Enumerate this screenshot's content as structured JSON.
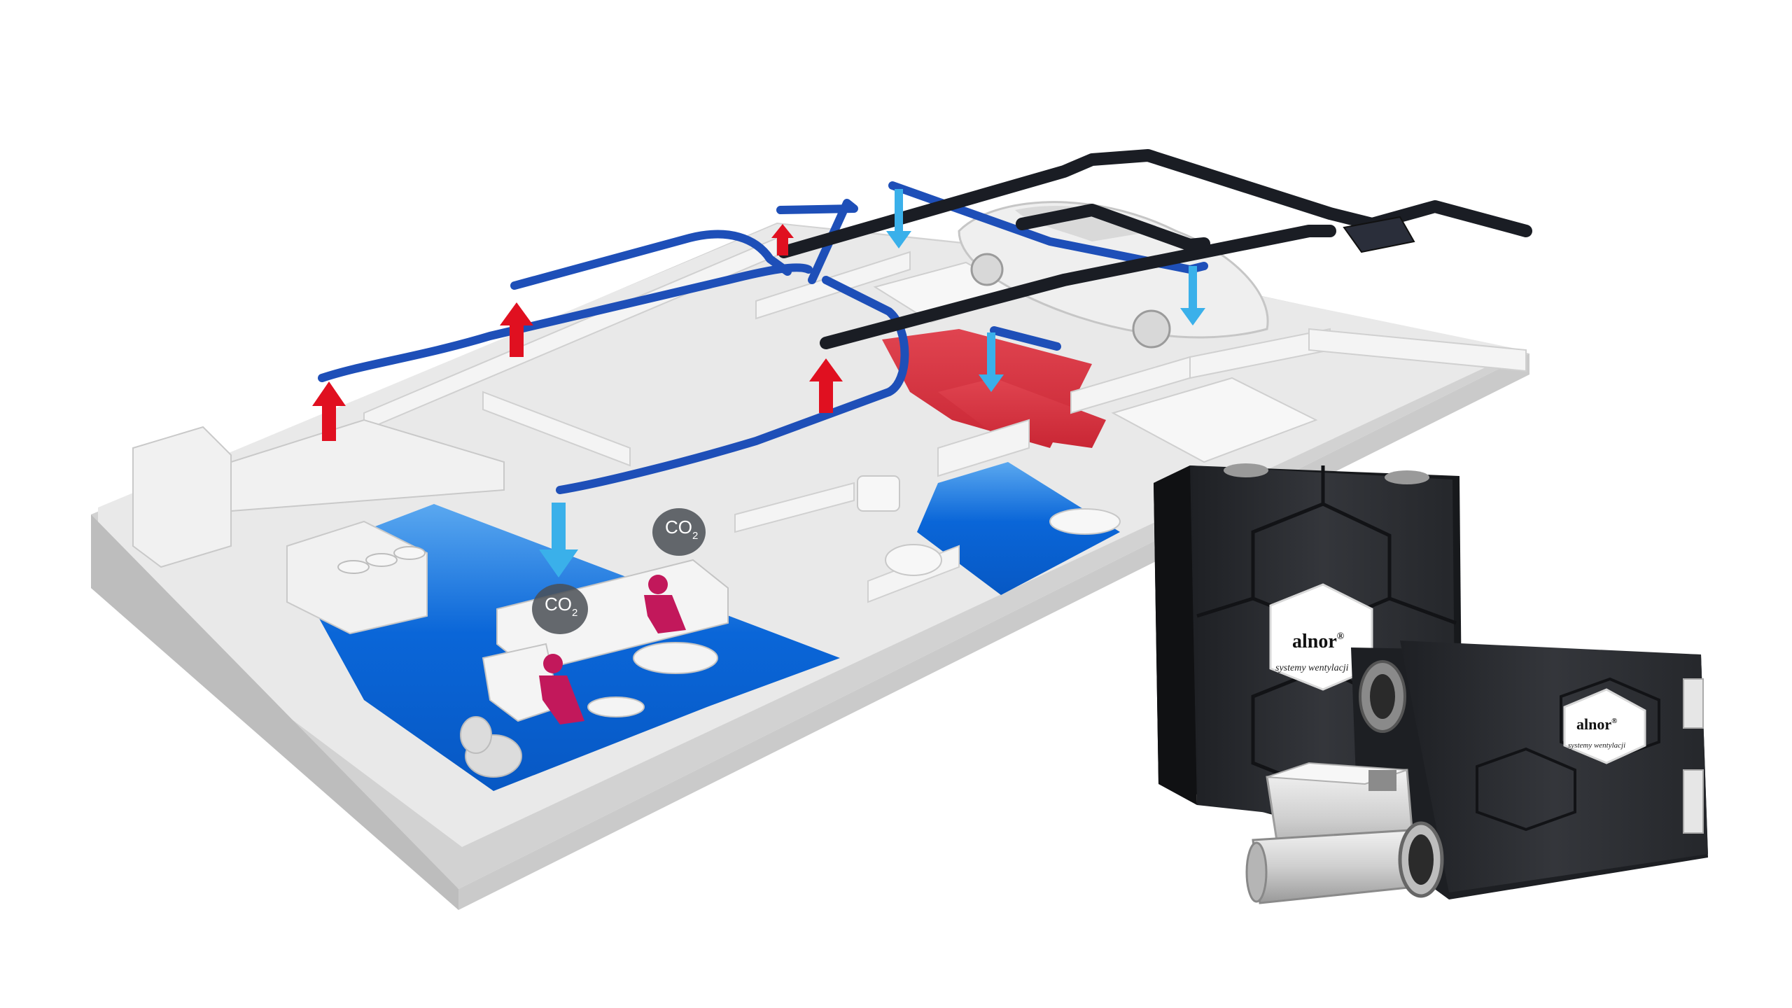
{
  "labels": {
    "co2_symbol": "CO",
    "co2_subscript": "2"
  },
  "brand": {
    "name": "alnor",
    "registered": "®",
    "tagline": "systemy wentylacji"
  },
  "colors": {
    "floor": "#e6e6e6",
    "wall": "#f3f3f3",
    "wall_shadow": "#c8c8c8",
    "fresh_air_zone": "#0a66d8",
    "warm_zone": "#d6303c",
    "supply_duct": "#1e4fb8",
    "exhaust_duct": "#1a1d24",
    "supply_arrow": "#3ab0ea",
    "extract_arrow": "#e01020",
    "occupant": "#c2185b",
    "unit_body": "#2b2d31"
  },
  "icons": [
    "ventilation-unit-icon",
    "heater-icon",
    "supply-arrow-icon",
    "extract-arrow-icon",
    "occupant-icon",
    "car-icon"
  ]
}
